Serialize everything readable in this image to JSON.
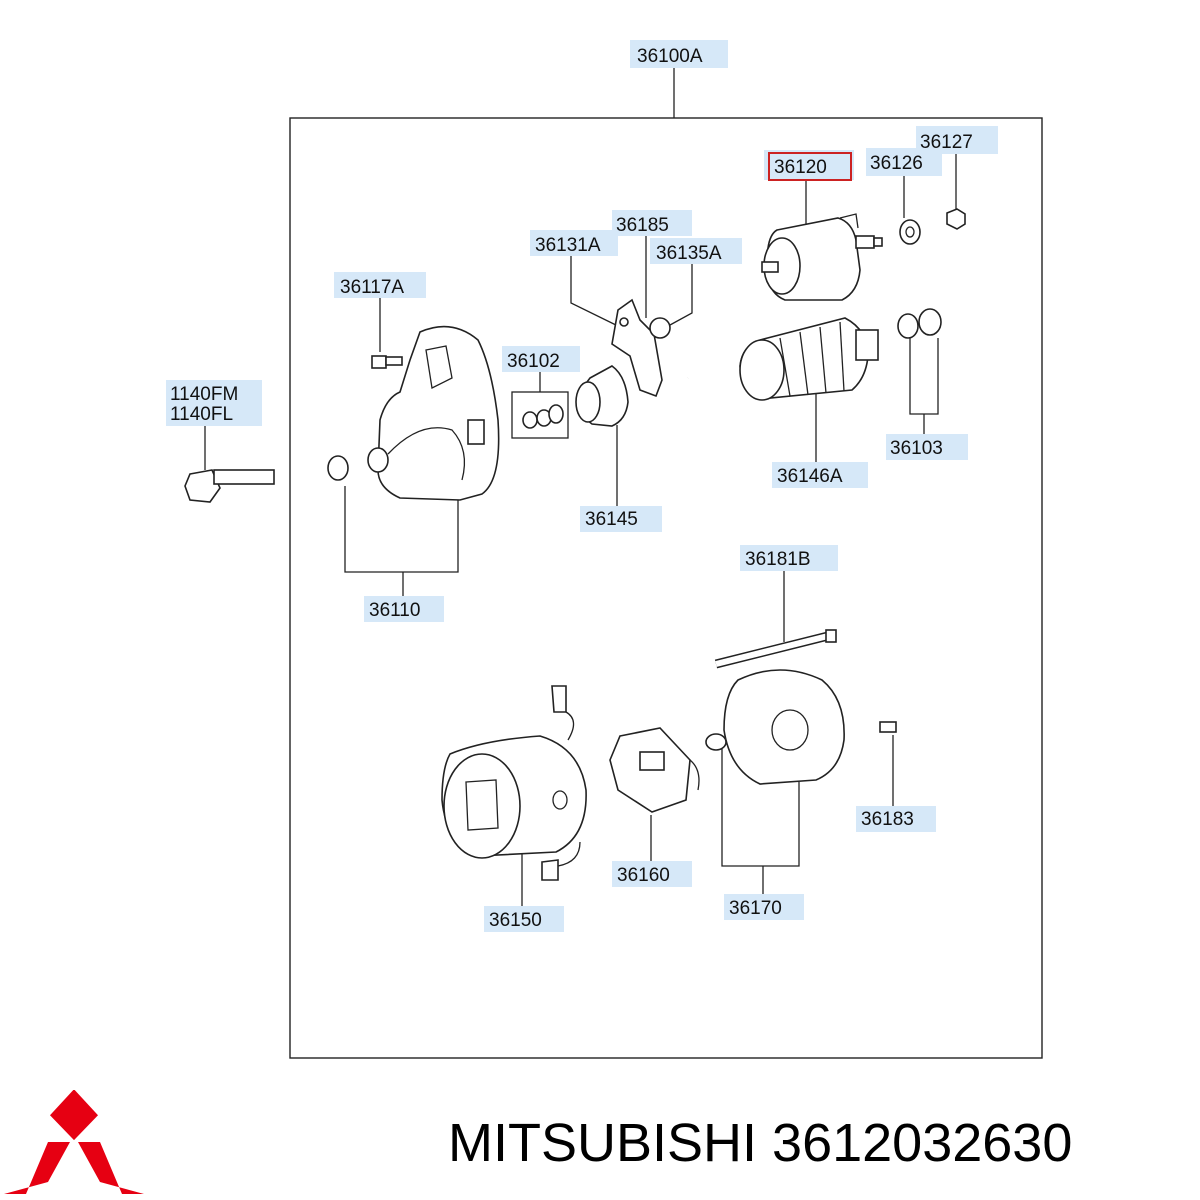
{
  "diagram": {
    "assembly_label": "36100A",
    "highlighted_part": "36120",
    "parts": [
      {
        "id": "p36100A",
        "label": "36100A"
      },
      {
        "id": "p36120",
        "label": "36120"
      },
      {
        "id": "p36126",
        "label": "36126"
      },
      {
        "id": "p36127",
        "label": "36127"
      },
      {
        "id": "p36185",
        "label": "36185"
      },
      {
        "id": "p36131A",
        "label": "36131A"
      },
      {
        "id": "p36135A",
        "label": "36135A"
      },
      {
        "id": "p36117A",
        "label": "36117A"
      },
      {
        "id": "p36102",
        "label": "36102"
      },
      {
        "id": "p1140",
        "label_line1": "1140FM",
        "label_line2": "1140FL"
      },
      {
        "id": "p36103",
        "label": "36103"
      },
      {
        "id": "p36146A",
        "label": "36146A"
      },
      {
        "id": "p36145",
        "label": "36145"
      },
      {
        "id": "p36110",
        "label": "36110"
      },
      {
        "id": "p36181B",
        "label": "36181B"
      },
      {
        "id": "p36183",
        "label": "36183"
      },
      {
        "id": "p36160",
        "label": "36160"
      },
      {
        "id": "p36150",
        "label": "36150"
      },
      {
        "id": "p36170",
        "label": "36170"
      }
    ],
    "highlight_color": "#cc2222",
    "callout_color": "#d6e8f8"
  },
  "footer": {
    "brand": "MITSUBISHI",
    "part_number": "3612032630",
    "logo": "mitsubishi-three-diamonds-logo",
    "logo_color": "#e60012"
  }
}
